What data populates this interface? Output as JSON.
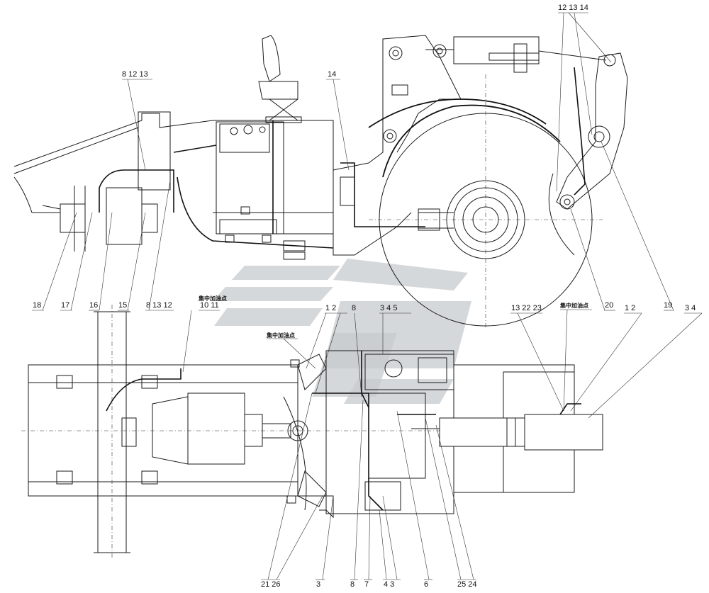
{
  "callouts_top": [
    {
      "id": "c-8-12-13-top",
      "text": "8 12 13"
    },
    {
      "id": "c-14-top",
      "text": "14"
    },
    {
      "id": "c-12-13-14-top",
      "text": "12 13 14"
    },
    {
      "id": "c-18",
      "text": "18"
    },
    {
      "id": "c-17",
      "text": "17"
    },
    {
      "id": "c-16",
      "text": "16"
    },
    {
      "id": "c-15",
      "text": "15"
    },
    {
      "id": "c-8-13-12-mid",
      "text": "8 13 12"
    },
    {
      "id": "c-20",
      "text": "20"
    },
    {
      "id": "c-19",
      "text": "19"
    }
  ],
  "callouts_bottom": [
    {
      "id": "c-10-11",
      "text": "10 11"
    },
    {
      "id": "c-1-2-left",
      "text": "1 2"
    },
    {
      "id": "c-8-left",
      "text": "8"
    },
    {
      "id": "c-3-4-5",
      "text": "3 4 5"
    },
    {
      "id": "c-13-22-23",
      "text": "13 22 23"
    },
    {
      "id": "c-1-2-right",
      "text": "1 2"
    },
    {
      "id": "c-3-4-right",
      "text": "3 4"
    },
    {
      "id": "c-21-26",
      "text": "21 26"
    },
    {
      "id": "c-3-bottom",
      "text": "3"
    },
    {
      "id": "c-8-bottom",
      "text": "8"
    },
    {
      "id": "c-7",
      "text": "7"
    },
    {
      "id": "c-4-3",
      "text": "4 3"
    },
    {
      "id": "c-6",
      "text": "6"
    },
    {
      "id": "c-25-24",
      "text": "25 24"
    }
  ],
  "lubrication_points": [
    {
      "id": "lp-1",
      "text": "集中加油点"
    },
    {
      "id": "lp-2",
      "text": "集中加油点"
    },
    {
      "id": "lp-3",
      "text": "集中加油点"
    }
  ],
  "colors": {
    "line": "#1a1a1a",
    "watermark": "#c7cbcd",
    "background": "#ffffff"
  }
}
